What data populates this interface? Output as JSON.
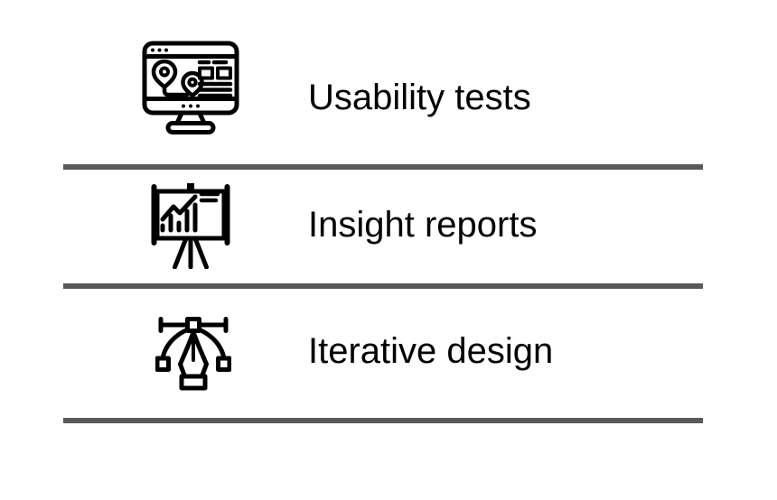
{
  "slide": {
    "background_color": "#ffffff",
    "text_color": "#000000",
    "icon_color": "#000000",
    "divider_color": "#595959",
    "rows": [
      {
        "icon": "monitor-map-icon",
        "label": "Usability tests"
      },
      {
        "icon": "presentation-chart-icon",
        "label": "Insight reports"
      },
      {
        "icon": "pen-tool-icon",
        "label": "Iterative design"
      }
    ]
  }
}
